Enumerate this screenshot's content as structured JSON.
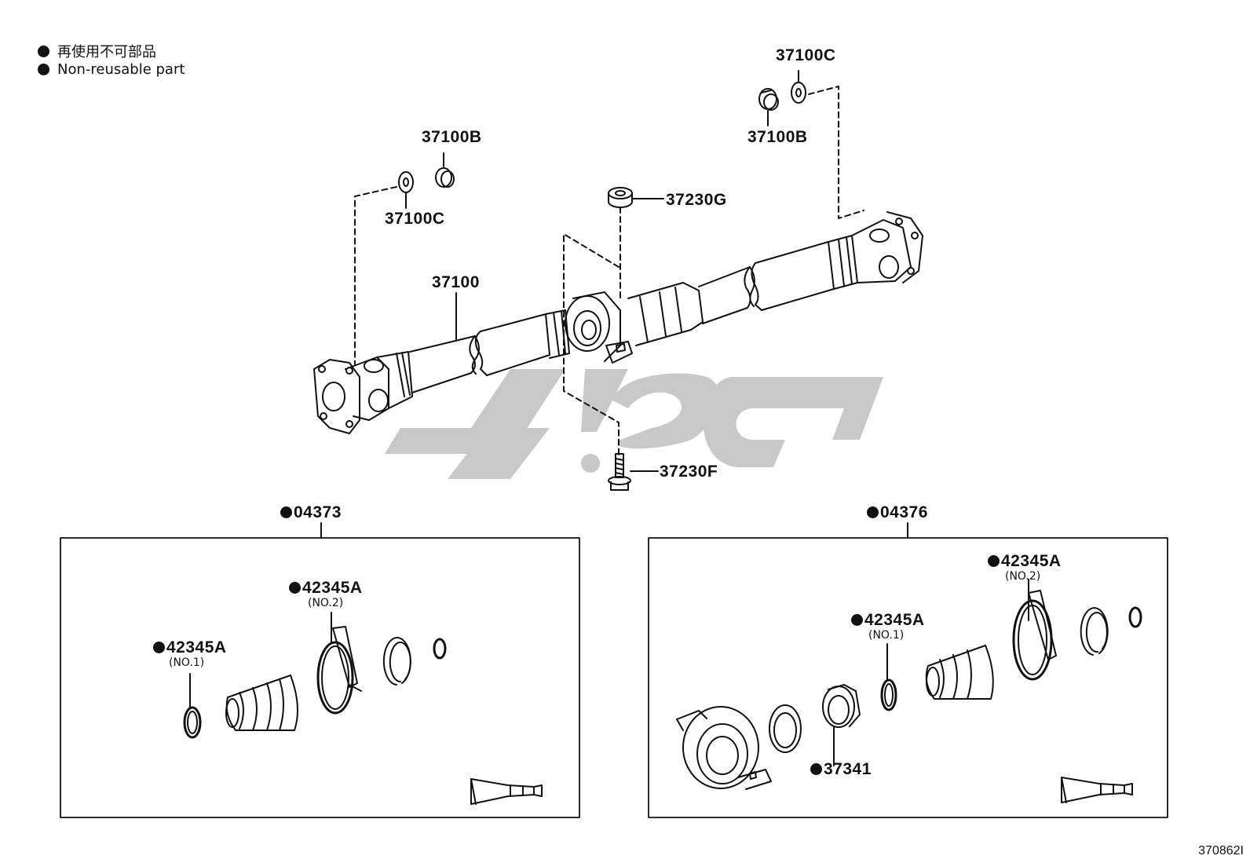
{
  "legend": {
    "line_jp": "再使用不可部品",
    "line_en": "Non-reusable part"
  },
  "parts": {
    "p37100C_top": "37100C",
    "p37100B_top": "37100B",
    "p37100B_left": "37100B",
    "p37100C_left": "37100C",
    "p37230G": "37230G",
    "p37100": "37100",
    "p37230F": "37230F"
  },
  "kit_left": {
    "title": "04373",
    "clamp_no1": "42345A",
    "clamp_no1_sub": "(NO.1)",
    "clamp_no2": "42345A",
    "clamp_no2_sub": "(NO.2)"
  },
  "kit_right": {
    "title": "04376",
    "clamp_no1": "42345A",
    "clamp_no1_sub": "(NO.1)",
    "clamp_no2": "42345A",
    "clamp_no2_sub": "(NO.2)",
    "bearing": "37341"
  },
  "diagram_code": "370862I",
  "colors": {
    "line": "#111111",
    "watermark": "#c8c8c8"
  }
}
